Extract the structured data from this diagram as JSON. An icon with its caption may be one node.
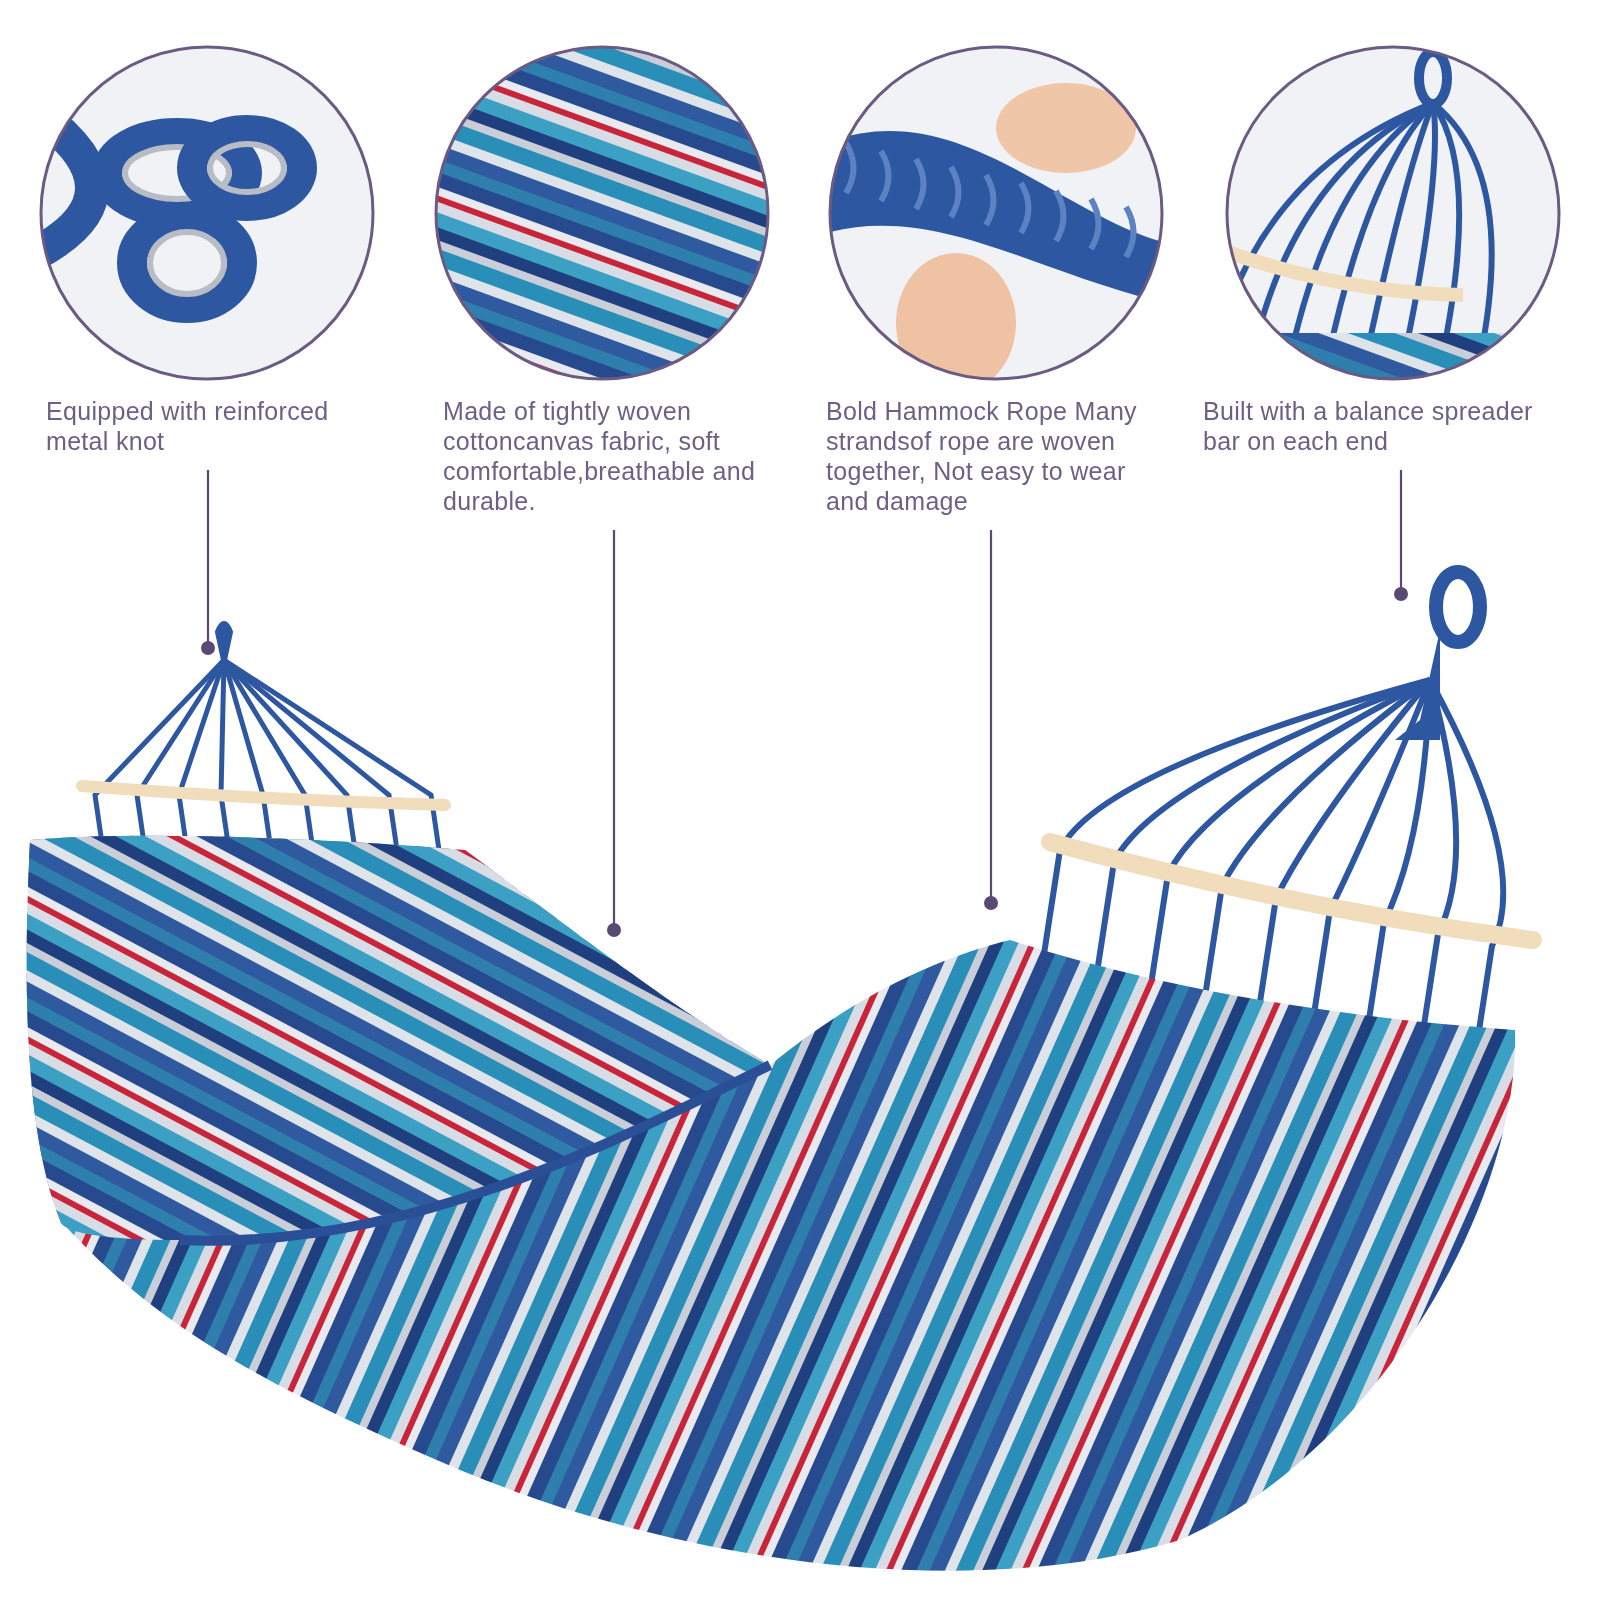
{
  "diagram": {
    "nodes": [
      {
        "text": [
          "Equipped with reinforced metal knot"
        ]
      },
      {
        "text": [
          "Made of tightly woven cottoncanvas fabric, soft comfortable,breathable and durable."
        ]
      },
      {
        "text": [
          "Bold Hammock Rope Many strandsof rope are woven together, Not easy to wear and damage"
        ]
      },
      {
        "text": [
          "Built with a balance spreader bar on each end"
        ]
      }
    ],
    "edges": [
      {
        "from": 0,
        "to": null,
        "arrow": "other"
      },
      {
        "from": 1,
        "to": null,
        "arrow": "other"
      },
      {
        "from": 2,
        "to": null,
        "arrow": "other"
      },
      {
        "from": 3,
        "to": null,
        "arrow": "other"
      }
    ]
  }
}
